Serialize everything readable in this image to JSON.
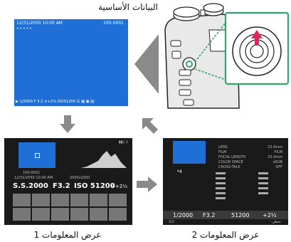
{
  "captions": {
    "basic": "البيانات الأساسية",
    "info1": "عرض المعلومات 1",
    "info2": "عرض المعلومات 2"
  },
  "basic_screen": {
    "datetime": "12/31/2050 10:00 AM",
    "frame": "100-0001",
    "stars": "•••••",
    "bottom_bar": "▶ 1/2000  F 3.2  ±+2⅓  ISO51200  ☰ ▦ ▣ ▤"
  },
  "info1_screen": {
    "frame": "100-0001",
    "datetime": "12/31/2050 10:00 AM",
    "size": "2000x2000",
    "shutter": "S.S.2000",
    "aperture": "F3.2",
    "iso": "ISO 51200",
    "exposure": "⊖+2⅓"
  },
  "info2_screen": {
    "rows": [
      "LENS",
      "FILM",
      "FOCAL LENGTH",
      "COLOR SPACE",
      "CROSS-TALK"
    ],
    "values": [
      "23.0mm",
      "FILM",
      "23.0mm",
      "sRGB",
      "OFF"
    ],
    "badge": "*4",
    "shutter": "1/2000",
    "aperture": "F3.2",
    "iso": "51200",
    "exposure": "+2⅓",
    "page": "2/2",
    "footer_right": "تخطي"
  },
  "colors": {
    "screen_bg": "#1a1a1a",
    "image_blue": "#1f6fd6",
    "arrow_gray": "#8a8a8a",
    "highlight_green": "#2aa86a"
  }
}
